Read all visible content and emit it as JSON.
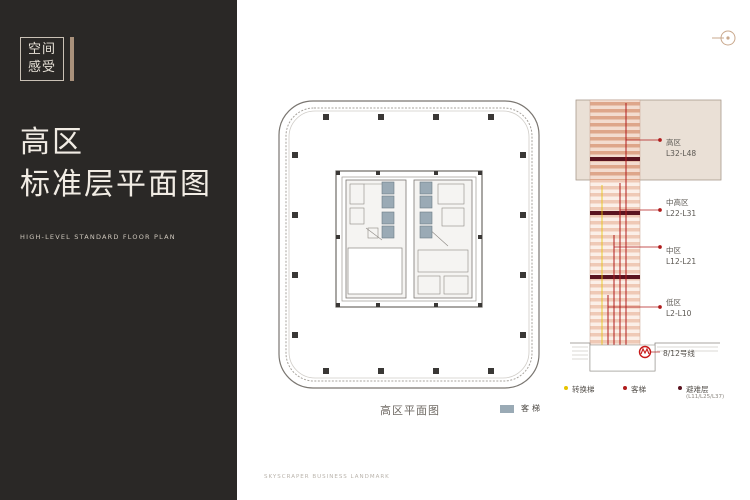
{
  "header": {
    "tag_line1": "空间",
    "tag_line2": "感受",
    "title_line1": "高区",
    "title_line2": "标准层平面图",
    "subtitle_en": "HIGH-LEVEL STANDARD FLOOR PLAN"
  },
  "plan": {
    "caption": "高区平面图",
    "legend_label": "客梯",
    "legend_color": "#9aaab5"
  },
  "tower": {
    "zones": [
      {
        "name": "高区",
        "range": "L32-L48"
      },
      {
        "name": "中高区",
        "range": "L22-L31"
      },
      {
        "name": "中区",
        "range": "L12-L21"
      },
      {
        "name": "低区",
        "range": "L2-L10"
      }
    ],
    "metro_label": "8/12号线",
    "legend": [
      {
        "label": "转换梯",
        "color": "#e6c300"
      },
      {
        "label": "客梯",
        "color": "#b01c1c"
      },
      {
        "label": "避难层",
        "color": "#5a1420",
        "sub": "(L11/L25/L37)"
      }
    ]
  },
  "footer": {
    "text": "SKYSCRAPER BUSINESS LANDMARK"
  },
  "colors": {
    "dark_panel": "#2a2826",
    "accent": "#a9917b",
    "elevator_red": "#b01c1c",
    "stripe": "#e4b7a1"
  }
}
